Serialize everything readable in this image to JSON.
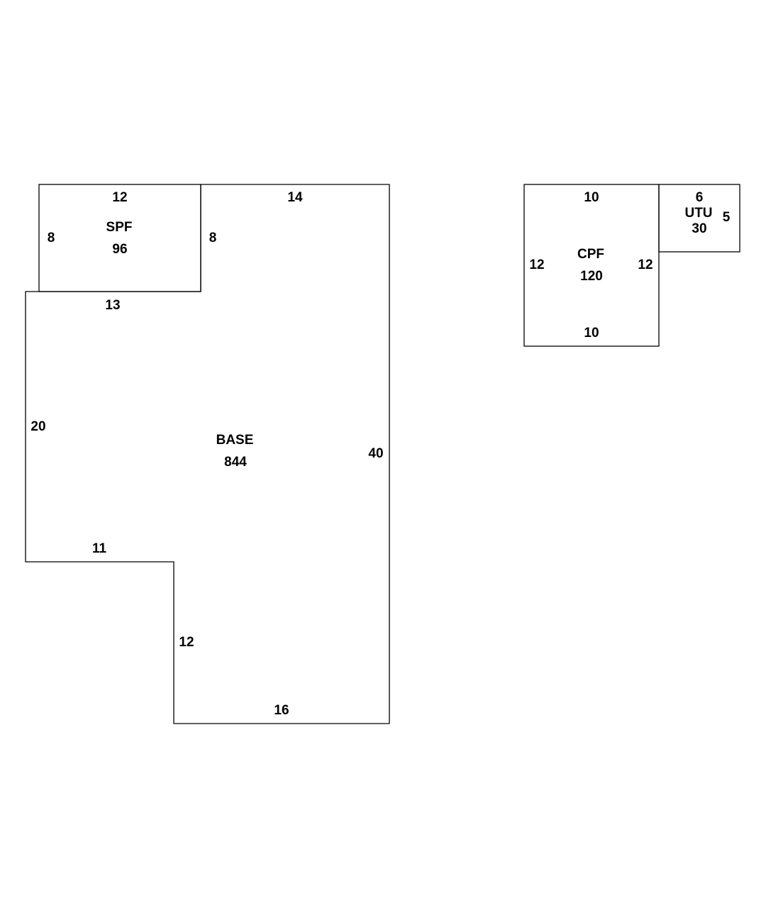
{
  "areas": {
    "base": {
      "code": "BASE",
      "area": "844",
      "sides": {
        "top": "14",
        "right": "40",
        "bottom": "16",
        "inner_vertical": "12",
        "step": "11",
        "left": "20",
        "shared_top": "13"
      }
    },
    "spf": {
      "code": "SPF",
      "area": "96",
      "sides": {
        "top": "12",
        "left": "8",
        "right": "8"
      }
    },
    "cpf": {
      "code": "CPF",
      "area": "120",
      "sides": {
        "top": "10",
        "bottom": "10",
        "left": "12",
        "right": "12"
      }
    },
    "utu": {
      "code": "UTU",
      "area": "30",
      "sides": {
        "top": "6",
        "right": "5"
      }
    }
  }
}
